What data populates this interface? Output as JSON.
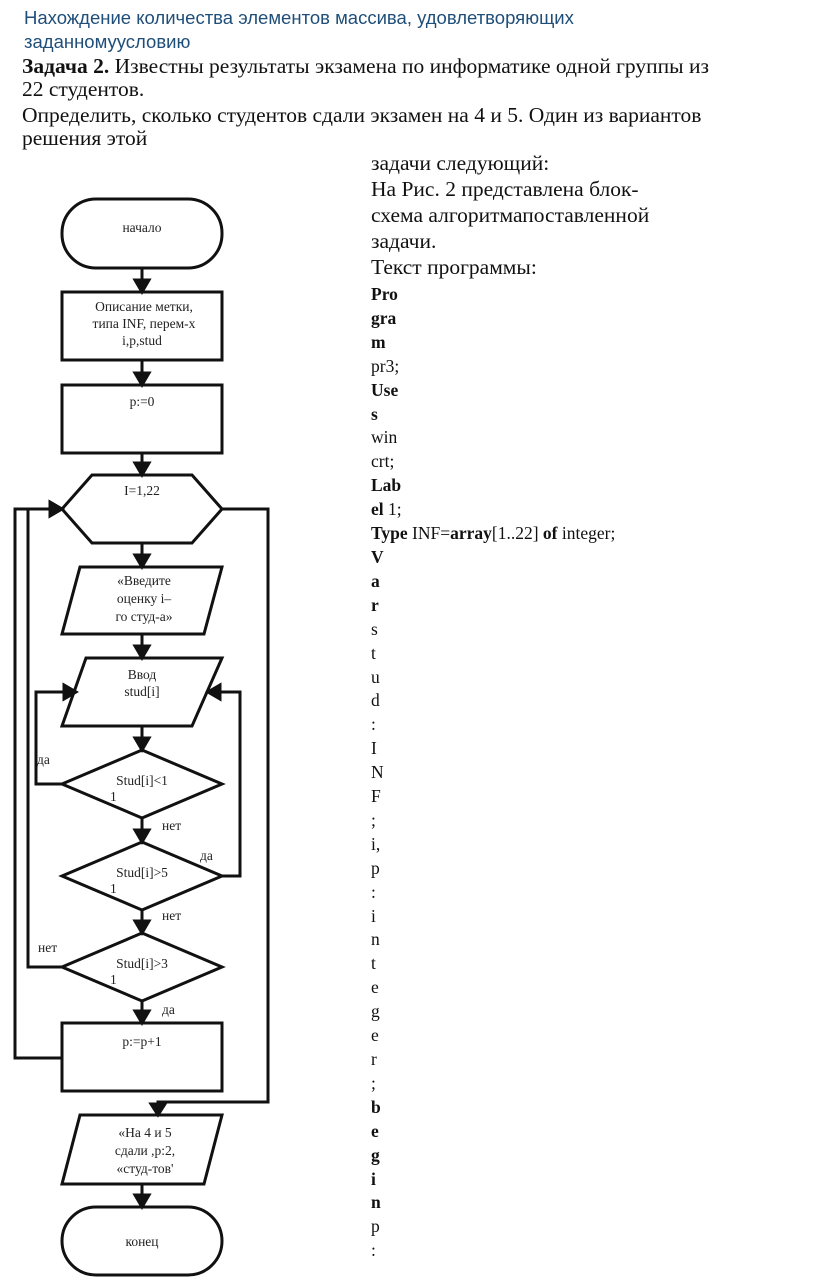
{
  "header": {
    "title_line1": "Нахождение количества элементов массива, удовлетворяющих",
    "title_line2": "заданномуусловию"
  },
  "task": {
    "label": "Задача 2.",
    "line1_rest": " Известны результаты экзамена по информатике одной группы из",
    "line2": "22 студентов.",
    "line3": "Определить, сколько студентов сдали экзамен на 4 и 5. Один из вариантов",
    "line4": "решения этой"
  },
  "description": {
    "lines": [
      "задачи следующий:",
      "На Рис. 2 представлена блок-",
      "схема алгоритмапоставленной",
      "задачи.",
      "Текст программы:"
    ]
  },
  "code": {
    "lines": [
      {
        "bold": "Pro",
        "normal": ""
      },
      {
        "bold": "gra",
        "normal": ""
      },
      {
        "bold": "m",
        "normal": ""
      },
      {
        "bold": "",
        "normal": "pr3;"
      },
      {
        "bold": "Use",
        "normal": ""
      },
      {
        "bold": "s",
        "normal": ""
      },
      {
        "bold": "",
        "normal": "win"
      },
      {
        "bold": "",
        "normal": "crt;"
      },
      {
        "bold": "Lab",
        "normal": ""
      },
      {
        "bold": "el",
        "normal": " 1;"
      },
      {
        "bold": "",
        "normal": ""
      },
      {
        "bold": "V",
        "normal": ""
      },
      {
        "bold": "a",
        "normal": ""
      },
      {
        "bold": "r",
        "normal": ""
      },
      {
        "bold": "",
        "normal": "s"
      },
      {
        "bold": "",
        "normal": "t"
      },
      {
        "bold": "",
        "normal": "u"
      },
      {
        "bold": "",
        "normal": "d"
      },
      {
        "bold": "",
        "normal": ":"
      },
      {
        "bold": "",
        "normal": "I"
      },
      {
        "bold": "",
        "normal": "N"
      },
      {
        "bold": "",
        "normal": "F"
      },
      {
        "bold": "",
        "normal": ";"
      },
      {
        "bold": "",
        "normal": "i,"
      },
      {
        "bold": "",
        "normal": "p"
      },
      {
        "bold": "",
        "normal": ":"
      },
      {
        "bold": "",
        "normal": "i"
      },
      {
        "bold": "",
        "normal": "n"
      },
      {
        "bold": "",
        "normal": "t"
      },
      {
        "bold": "",
        "normal": "e"
      },
      {
        "bold": "",
        "normal": "g"
      },
      {
        "bold": "",
        "normal": "e"
      },
      {
        "bold": "",
        "normal": "r"
      },
      {
        "bold": "",
        "normal": ";"
      },
      {
        "bold": "b",
        "normal": ""
      },
      {
        "bold": "e",
        "normal": ""
      },
      {
        "bold": "g",
        "normal": ""
      },
      {
        "bold": "i",
        "normal": ""
      },
      {
        "bold": "n",
        "normal": ""
      },
      {
        "bold": "",
        "normal": "p"
      },
      {
        "bold": "",
        "normal": ":"
      }
    ],
    "type_line": {
      "kw1": "Type",
      "t1": " INF=",
      "kw2": "array",
      "t2": "[1..22] ",
      "kw3": "of",
      "t3": " integer;"
    }
  },
  "flowchart": {
    "start": "начало",
    "declare": [
      "Описание метки,",
      "типа INF, перем-х",
      "i,p,stud"
    ],
    "init": "p:=0",
    "loop": "I=1,22",
    "prompt": [
      "«Введите",
      "оценку i–",
      "го студ-а»"
    ],
    "input": [
      "Ввод",
      "stud[i]"
    ],
    "cond1": [
      "Stud[i]<1",
      "1"
    ],
    "cond2": [
      "Stud[i]>5",
      "1"
    ],
    "cond3": [
      "Stud[i]>3",
      "1"
    ],
    "increment": "p:=p+1",
    "output": [
      "«На 4 и 5",
      "сдали ,p:2,",
      "«студ-тов'"
    ],
    "end": "конец",
    "labels": {
      "yes": "да",
      "no": "нет"
    }
  }
}
